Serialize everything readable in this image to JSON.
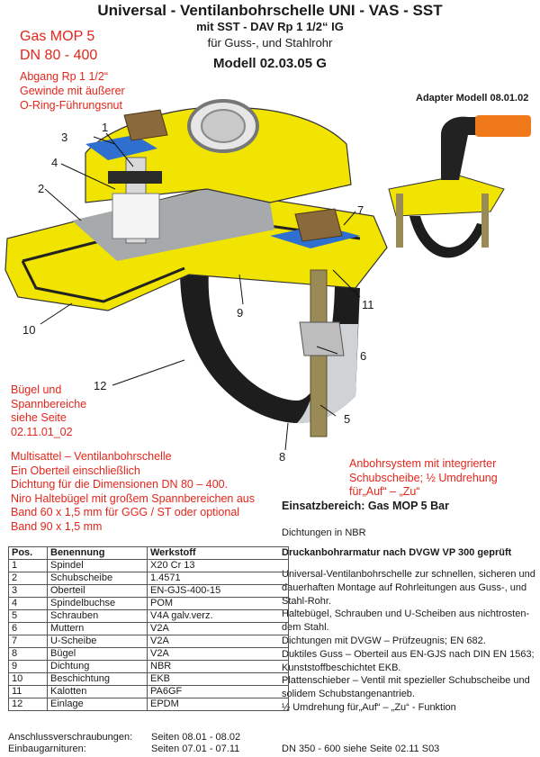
{
  "header": {
    "title": "Universal - Ventilanbohrschelle UNI - VAS - SST",
    "subtitle1": "mit SST - DAV  Rp 1 1/2“  IG",
    "subtitle2": "für Guss-,  und Stahlrohr",
    "model": "Modell 02.03.05 G"
  },
  "top_left": {
    "line1": "Gas MOP 5",
    "line2": "DN 80 - 400",
    "abgang": [
      "Abgang Rp 1 1/2“",
      "Gewinde mit äußerer",
      "O-Ring-Führungsnut"
    ]
  },
  "adapter_label": "Adapter Modell 08.01.02",
  "callouts": [
    "1",
    "2",
    "3",
    "4",
    "5",
    "6",
    "7",
    "8",
    "9",
    "10",
    "11",
    "12"
  ],
  "buegel_note": [
    "Bügel und",
    "Spannbereiche",
    "siehe Seite",
    "02.11.01_02"
  ],
  "multisattel": [
    "Multisattel – Ventilanbohrschelle",
    "Ein Oberteil einschließlich",
    "Dichtung für die Dimensionen DN 80 – 400.",
    "Niro Haltebügel mit großem Spannbereichen aus",
    "Band 60 x 1,5 mm für GGG / ST oder optional",
    "Band 90 x 1,5 mm"
  ],
  "anbohrsystem": [
    "Anbohrsystem mit integrierter",
    "Schubscheibe;  ½ Umdrehung",
    "für„Auf“ – „Zu“"
  ],
  "einsatz": "Einsatzbereich:  Gas MOP 5 Bar",
  "dichtungen": "Dichtungen in NBR",
  "druck": "Druckanbohrarmatur nach DVGW VP 300 geprüft",
  "description": [
    "Universal-Ventilanbohrschelle zur schnellen, sicheren und",
    "dauerhaften Montage auf Rohrleitungen aus Guss-, und",
    "Stahl-Rohr.",
    "Haltebügel, Schrauben und U-Scheiben aus nichtrosten-",
    "dem Stahl.",
    "Dichtungen mit DVGW – Prüfzeugnis; EN 682.",
    "Duktiles Guss – Oberteil aus EN-GJS nach DIN EN  1563;",
    "Kunststoffbeschichtet EKB.",
    "Plattenschieber – Ventil mit spezieller Schubscheibe und",
    "solidem Schubstangenantrieb.",
    "½ Umdrehung für„Auf“ – „Zu“ - Funktion"
  ],
  "parts_table": {
    "headers": [
      "Pos.",
      "Benennung",
      "Werkstoff"
    ],
    "rows": [
      [
        "1",
        "Spindel",
        "X20 Cr 13"
      ],
      [
        "2",
        "Schubscheibe",
        "1.4571"
      ],
      [
        "3",
        "Oberteil",
        "EN-GJS-400-15"
      ],
      [
        "4",
        "Spindelbuchse",
        "POM"
      ],
      [
        "5",
        "Schrauben",
        "V4A galv.verz."
      ],
      [
        "6",
        "Muttern",
        "V2A"
      ],
      [
        "7",
        "U-Scheibe",
        "V2A"
      ],
      [
        "8",
        "Bügel",
        "V2A"
      ],
      [
        "9",
        "Dichtung",
        "NBR"
      ],
      [
        "10",
        "Beschichtung",
        "EKB"
      ],
      [
        "11",
        "Kalotten",
        "PA6GF"
      ],
      [
        "12",
        "Einlage",
        "EPDM"
      ]
    ]
  },
  "footer": {
    "anschluss_label": "Anschlussverschraubungen:",
    "anschluss_pages": "Seiten 08.01 - 08.02",
    "einbau_label": "Einbaugarnituren:",
    "einbau_pages": "Seiten 07.01 - 07.11",
    "dn_note": "DN  350 - 600 siehe Seite 02.11 S03"
  },
  "colors": {
    "red": "#e3261b",
    "yellow": "#f2e600",
    "blue": "#2f6fd0",
    "bronze": "#8a6a3b"
  }
}
